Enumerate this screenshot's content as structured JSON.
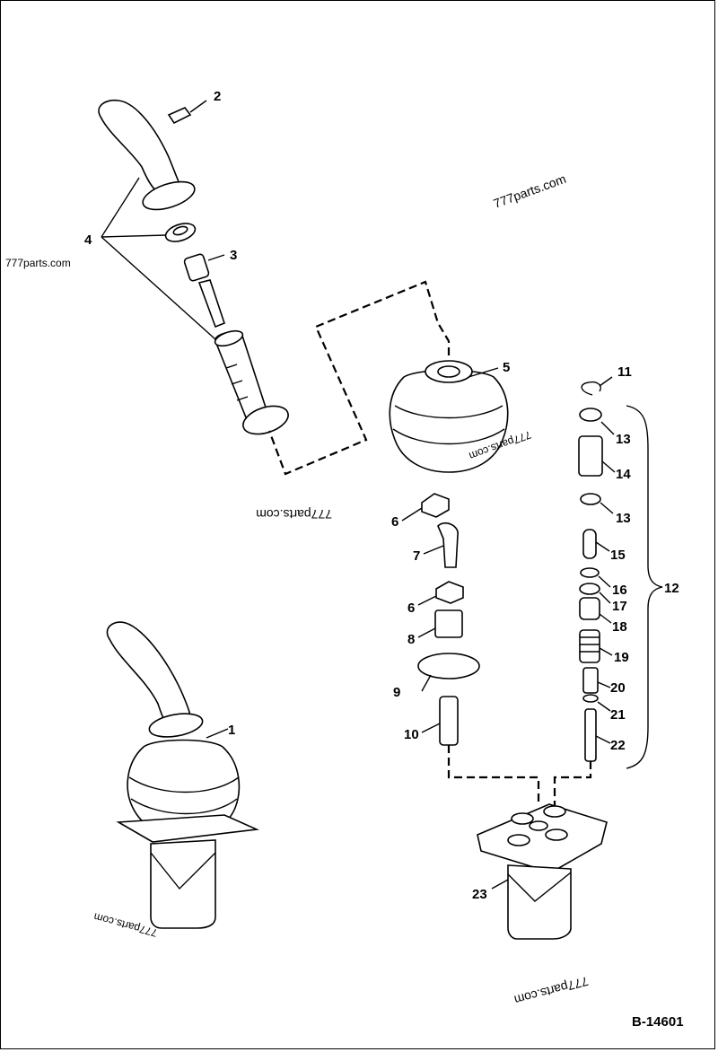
{
  "diagram_code": "B-14601",
  "watermark": "777parts.com",
  "callouts": {
    "c1": "1",
    "c2": "2",
    "c3": "3",
    "c4": "4",
    "c5": "5",
    "c6a": "6",
    "c6b": "6",
    "c7": "7",
    "c8": "8",
    "c9": "9",
    "c10": "10",
    "c11": "11",
    "c12": "12",
    "c13a": "13",
    "c13b": "13",
    "c14": "14",
    "c15": "15",
    "c16": "16",
    "c17": "17",
    "c18": "18",
    "c19": "19",
    "c20": "20",
    "c21": "21",
    "c22": "22",
    "c23": "23"
  }
}
